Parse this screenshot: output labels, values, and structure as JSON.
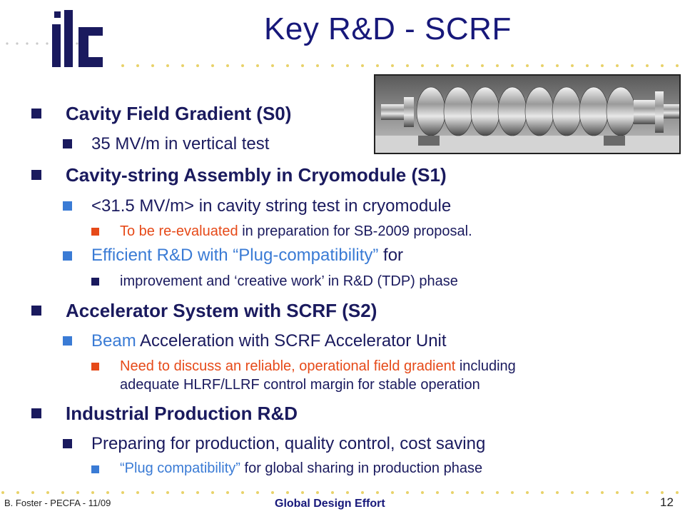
{
  "logo": {
    "text": "ilc"
  },
  "title": "Key R&D - SCRF",
  "bullets": {
    "s0_title": "Cavity Field Gradient  (S0)",
    "s0_sub1": "35 MV/m  in vertical test",
    "s1_title": "Cavity-string Assembly in Cryomodule (S1)",
    "s1_sub1": "<31.5 MV/m> in cavity string test in cryomodule",
    "s1_sub1_a_red": "To be re-evaluated",
    "s1_sub1_a_rest": " in preparation for SB-2009 proposal.",
    "s1_sub2_blue": "Efficient R&D with “Plug-compatibility”",
    "s1_sub2_rest": " for",
    "s1_sub2_a": "improvement  and ‘creative work’ in R&D (TDP) phase",
    "s2_title": "Accelerator System with SCRF (S2)",
    "s2_sub1_blue": "Beam",
    "s2_sub1_rest": " Acceleration with SCRF Accelerator Unit",
    "s2_sub1_a_red": "Need to discuss an reliable, operational field gradient",
    "s2_sub1_a_rest": " including",
    "s2_sub1_a_line2": "adequate HLRF/LLRF control margin for stable operation",
    "ip_title": "Industrial Production R&D",
    "ip_sub1": "Preparing for production, quality control, cost saving",
    "ip_sub1_a_blue": "“Plug compatibility”",
    "ip_sub1_a_rest": " for global sharing in production phase"
  },
  "footer": {
    "author": "B. Foster - PECFA - 11/09",
    "center": "Global Design Effort",
    "page": "12"
  },
  "colors": {
    "navy": "#1a1a5e",
    "red": "#e64a19",
    "blue": "#3a7bd5",
    "dots": "#e8d26a"
  }
}
